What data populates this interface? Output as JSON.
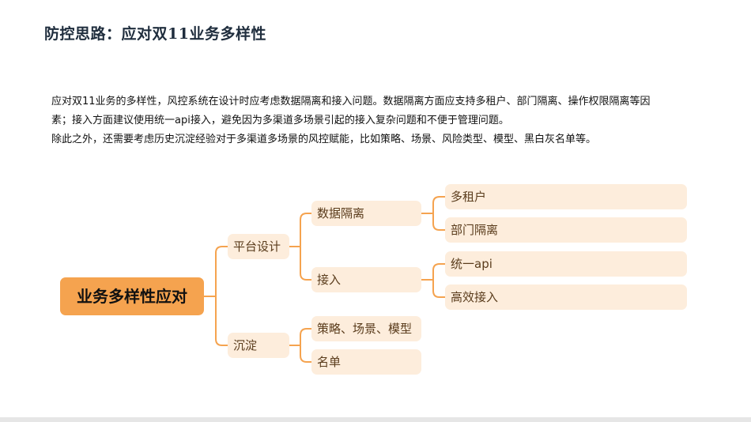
{
  "title": "防控思路：应对双11业务多样性",
  "paragraph": [
    "应对双11业务的多样性，风控系统在设计时应考虑数据隔离和接入问题。数据隔离方面应支持多租户、部门隔离、操作权限隔离等因",
    "素；接入方面建议使用统一api接入，避免因为多渠道多场景引起的接入复杂问题和不便于管理问题。",
    "除此之外，还需要考虑历史沉淀经验对于多渠道多场景的风控赋能，比如策略、场景、风险类型、模型、黑白灰名单等。"
  ],
  "mindmap": {
    "root": "业务多样性应对",
    "level1": [
      "平台设计",
      "沉淀"
    ],
    "level2": [
      "数据隔离",
      "接入",
      "策略、场景、模型",
      "名单"
    ],
    "level3": [
      "多租户",
      "部门隔离",
      "统一api",
      "高效接入"
    ],
    "colors": {
      "root": "#f5a34f",
      "node": "#fdeddc",
      "line": "#f5a34f"
    }
  }
}
